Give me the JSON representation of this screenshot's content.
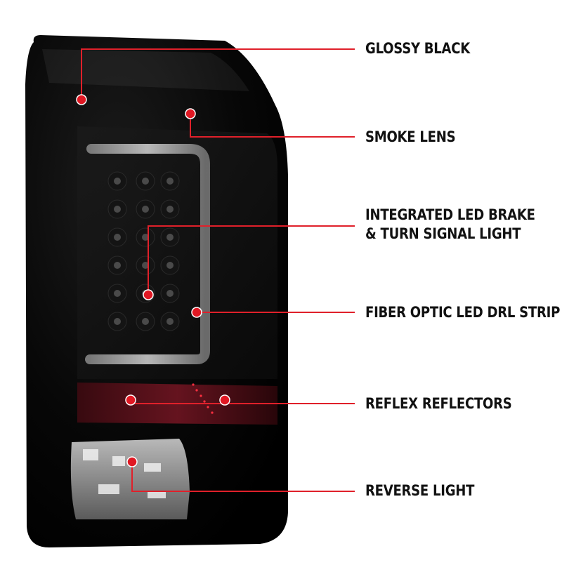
{
  "colors": {
    "callout_line": "#e0202a",
    "callout_dot": "#e01823",
    "housing": "#080808",
    "label_text": "#111111"
  },
  "labels": {
    "glossy_black": "GLOSSY BLACK",
    "smoke_lens": "SMOKE LENS",
    "integrated_led_line1": "INTEGRATED LED BRAKE",
    "integrated_led_line2": "& TURN SIGNAL LIGHT",
    "fiber_optic": "FIBER OPTIC LED DRL STRIP",
    "reflex_reflectors": "REFLEX REFLECTORS",
    "reverse_light": "REVERSE LIGHT"
  }
}
